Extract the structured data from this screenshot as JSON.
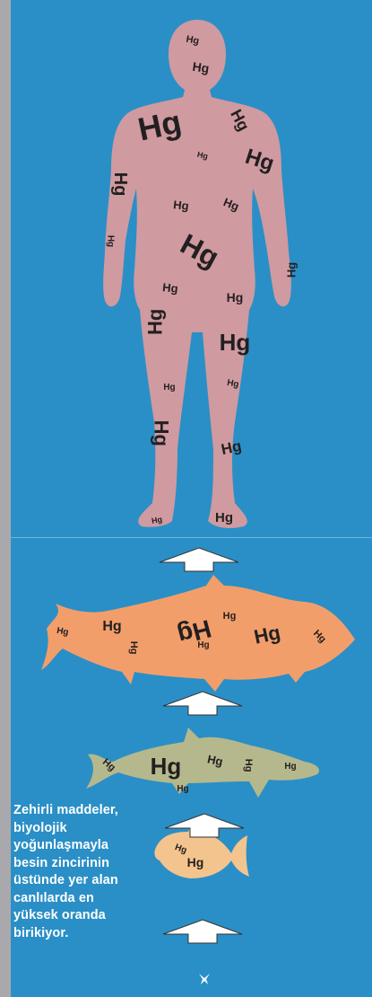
{
  "diagram": {
    "element_label": "Hg",
    "colors": {
      "background": "#2a8fc6",
      "side_strip": "#a9a9ad",
      "human": "#cf9aa0",
      "large_fish": "#f29e6b",
      "medium_fish": "#b5b88c",
      "small_fish": "#f3c48e",
      "arrow": "#ffffff",
      "text": "#ffffff"
    },
    "levels": [
      "human",
      "large-fish",
      "medium-fish",
      "small-fish",
      "plankton"
    ],
    "caption_lines": [
      "Zehirli maddeler,",
      "biyolojik",
      "yoğunlaşmayla",
      "besin zincirinin",
      "üstünde yer alan",
      "canlılarda en",
      "yüksek oranda",
      "birikiyor."
    ]
  }
}
